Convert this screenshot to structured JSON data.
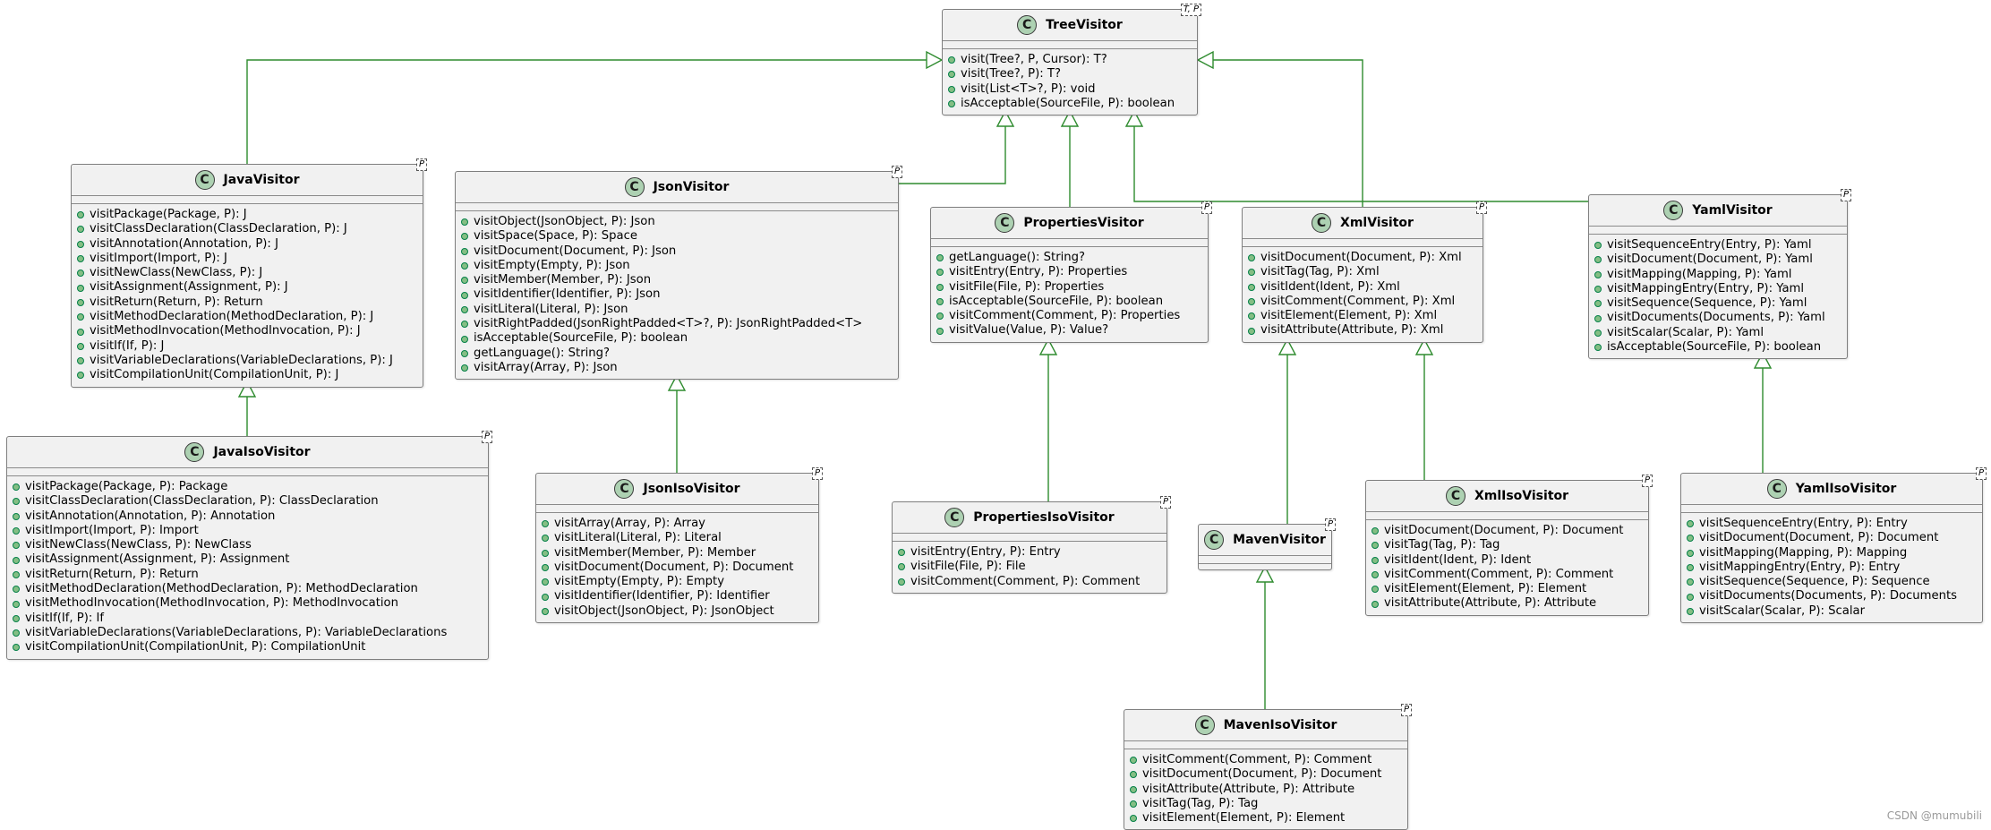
{
  "classes": {
    "tree_visitor": {
      "name": "TreeVisitor",
      "icon": "C",
      "type_params": "T, P",
      "methods": [
        "visit(Tree?, P, Cursor): T?",
        "visit(Tree?, P): T?",
        "visit(List<T>?, P): void",
        "isAcceptable(SourceFile, P): boolean"
      ]
    },
    "java_visitor": {
      "name": "JavaVisitor",
      "icon": "C",
      "type_params": "P",
      "methods": [
        "visitPackage(Package, P): J",
        "visitClassDeclaration(ClassDeclaration, P): J",
        "visitAnnotation(Annotation, P): J",
        "visitImport(Import, P): J",
        "visitNewClass(NewClass, P): J",
        "visitAssignment(Assignment, P): J",
        "visitReturn(Return, P): Return",
        "visitMethodDeclaration(MethodDeclaration, P): J",
        "visitMethodInvocation(MethodInvocation, P): J",
        "visitIf(If, P): J",
        "visitVariableDeclarations(VariableDeclarations, P): J",
        "visitCompilationUnit(CompilationUnit, P): J"
      ]
    },
    "java_iso_visitor": {
      "name": "JavaIsoVisitor",
      "icon": "C",
      "type_params": "P",
      "methods": [
        "visitPackage(Package, P): Package",
        "visitClassDeclaration(ClassDeclaration, P): ClassDeclaration",
        "visitAnnotation(Annotation, P): Annotation",
        "visitImport(Import, P): Import",
        "visitNewClass(NewClass, P): NewClass",
        "visitAssignment(Assignment, P): Assignment",
        "visitReturn(Return, P): Return",
        "visitMethodDeclaration(MethodDeclaration, P): MethodDeclaration",
        "visitMethodInvocation(MethodInvocation, P): MethodInvocation",
        "visitIf(If, P): If",
        "visitVariableDeclarations(VariableDeclarations, P): VariableDeclarations",
        "visitCompilationUnit(CompilationUnit, P): CompilationUnit"
      ]
    },
    "json_visitor": {
      "name": "JsonVisitor",
      "icon": "C",
      "type_params": "P",
      "methods": [
        "visitObject(JsonObject, P): Json",
        "visitSpace(Space, P): Space",
        "visitDocument(Document, P): Json",
        "visitEmpty(Empty, P): Json",
        "visitMember(Member, P): Json",
        "visitIdentifier(Identifier, P): Json",
        "visitLiteral(Literal, P): Json",
        "visitRightPadded(JsonRightPadded<T>?, P): JsonRightPadded<T>",
        "isAcceptable(SourceFile, P): boolean",
        "getLanguage(): String?",
        "visitArray(Array, P): Json"
      ]
    },
    "json_iso_visitor": {
      "name": "JsonIsoVisitor",
      "icon": "C",
      "type_params": "P",
      "methods": [
        "visitArray(Array, P): Array",
        "visitLiteral(Literal, P): Literal",
        "visitMember(Member, P): Member",
        "visitDocument(Document, P): Document",
        "visitEmpty(Empty, P): Empty",
        "visitIdentifier(Identifier, P): Identifier",
        "visitObject(JsonObject, P): JsonObject"
      ]
    },
    "properties_visitor": {
      "name": "PropertiesVisitor",
      "icon": "C",
      "type_params": "P",
      "methods": [
        "getLanguage(): String?",
        "visitEntry(Entry, P): Properties",
        "visitFile(File, P): Properties",
        "isAcceptable(SourceFile, P): boolean",
        "visitComment(Comment, P): Properties",
        "visitValue(Value, P): Value?"
      ]
    },
    "properties_iso_visitor": {
      "name": "PropertiesIsoVisitor",
      "icon": "C",
      "type_params": "P",
      "methods": [
        "visitEntry(Entry, P): Entry",
        "visitFile(File, P): File",
        "visitComment(Comment, P): Comment"
      ]
    },
    "xml_visitor": {
      "name": "XmlVisitor",
      "icon": "C",
      "type_params": "P",
      "methods": [
        "visitDocument(Document, P): Xml",
        "visitTag(Tag, P): Xml",
        "visitIdent(Ident, P): Xml",
        "visitComment(Comment, P): Xml",
        "visitElement(Element, P): Xml",
        "visitAttribute(Attribute, P): Xml"
      ]
    },
    "xml_iso_visitor": {
      "name": "XmlIsoVisitor",
      "icon": "C",
      "type_params": "P",
      "methods": [
        "visitDocument(Document, P): Document",
        "visitTag(Tag, P): Tag",
        "visitIdent(Ident, P): Ident",
        "visitComment(Comment, P): Comment",
        "visitElement(Element, P): Element",
        "visitAttribute(Attribute, P): Attribute"
      ]
    },
    "maven_visitor": {
      "name": "MavenVisitor",
      "icon": "C",
      "type_params": "P",
      "methods": []
    },
    "maven_iso_visitor": {
      "name": "MavenIsoVisitor",
      "icon": "C",
      "type_params": "P",
      "methods": [
        "visitComment(Comment, P): Comment",
        "visitDocument(Document, P): Document",
        "visitAttribute(Attribute, P): Attribute",
        "visitTag(Tag, P): Tag",
        "visitElement(Element, P): Element"
      ]
    },
    "yaml_visitor": {
      "name": "YamlVisitor",
      "icon": "C",
      "type_params": "P",
      "methods": [
        "visitSequenceEntry(Entry, P): Yaml",
        "visitDocument(Document, P): Yaml",
        "visitMapping(Mapping, P): Yaml",
        "visitMappingEntry(Entry, P): Yaml",
        "visitSequence(Sequence, P): Yaml",
        "visitDocuments(Documents, P): Yaml",
        "visitScalar(Scalar, P): Yaml",
        "isAcceptable(SourceFile, P): boolean"
      ]
    },
    "yaml_iso_visitor": {
      "name": "YamlIsoVisitor",
      "icon": "C",
      "type_params": "P",
      "methods": [
        "visitSequenceEntry(Entry, P): Entry",
        "visitDocument(Document, P): Document",
        "visitMapping(Mapping, P): Mapping",
        "visitMappingEntry(Entry, P): Entry",
        "visitSequence(Sequence, P): Sequence",
        "visitDocuments(Documents, P): Documents",
        "visitScalar(Scalar, P): Scalar"
      ]
    }
  },
  "relations": [
    {
      "child": "java_visitor",
      "parent": "tree_visitor",
      "kind": "extends"
    },
    {
      "child": "json_visitor",
      "parent": "tree_visitor",
      "kind": "extends"
    },
    {
      "child": "properties_visitor",
      "parent": "tree_visitor",
      "kind": "extends"
    },
    {
      "child": "yaml_visitor",
      "parent": "tree_visitor",
      "kind": "extends"
    },
    {
      "child": "xml_visitor",
      "parent": "tree_visitor",
      "kind": "extends"
    },
    {
      "child": "java_iso_visitor",
      "parent": "java_visitor",
      "kind": "extends"
    },
    {
      "child": "json_iso_visitor",
      "parent": "json_visitor",
      "kind": "extends"
    },
    {
      "child": "properties_iso_visitor",
      "parent": "properties_visitor",
      "kind": "extends"
    },
    {
      "child": "maven_visitor",
      "parent": "xml_visitor",
      "kind": "extends"
    },
    {
      "child": "xml_iso_visitor",
      "parent": "xml_visitor",
      "kind": "extends"
    },
    {
      "child": "maven_iso_visitor",
      "parent": "maven_visitor",
      "kind": "extends"
    },
    {
      "child": "yaml_iso_visitor",
      "parent": "yaml_visitor",
      "kind": "extends"
    }
  ],
  "colors": {
    "edge": "#2e8b2e",
    "class_icon": "#add1b2",
    "box_bg": "#f1f1f1"
  },
  "watermark": "CSDN @mumubili"
}
